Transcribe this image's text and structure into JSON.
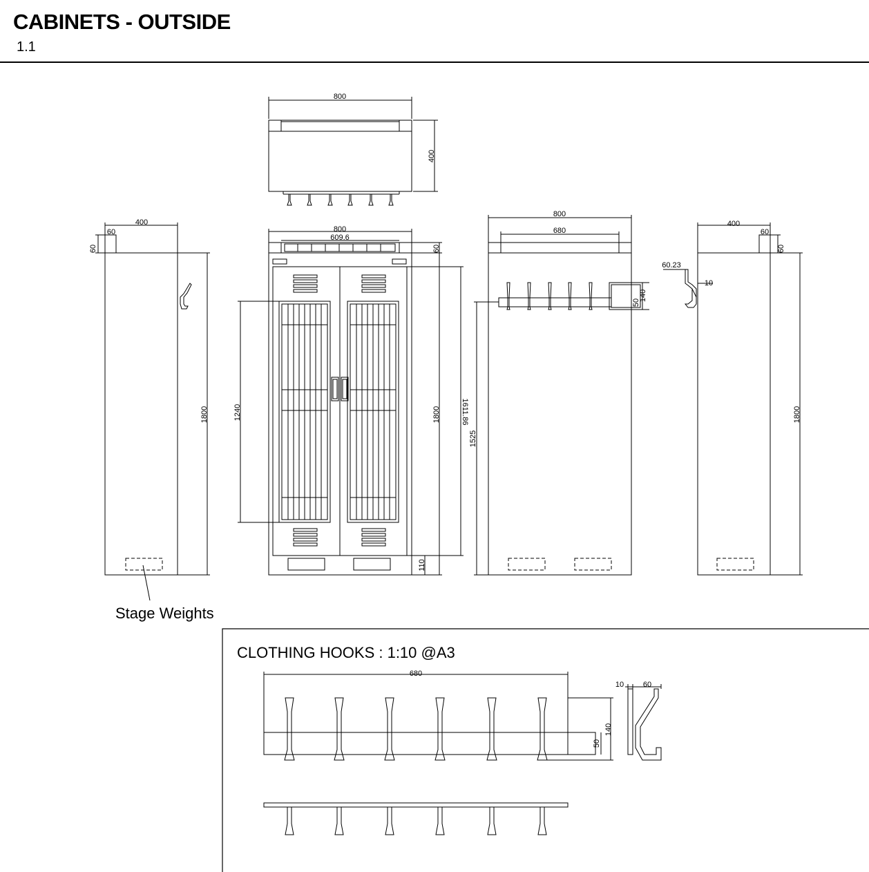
{
  "header": {
    "title": "CABINETS - OUTSIDE",
    "sheet": "1.1"
  },
  "top_view": {
    "width": "800",
    "depth": "400"
  },
  "side_left": {
    "depth": "400",
    "cap_width": "60",
    "cap_height": "60",
    "height": "1800"
  },
  "front": {
    "width": "800",
    "rail": "609.6",
    "top_gap": "60",
    "grille_height": "1240",
    "height": "1800",
    "door_height": "1611.86",
    "base": "110"
  },
  "back": {
    "width": "800",
    "rail": "680",
    "hook_height": "1525",
    "hook_depth": "50",
    "hook_total": "140"
  },
  "side_right": {
    "depth": "400",
    "cap_width": "60",
    "cap_height": "60",
    "hook_offset": "60.23",
    "hook_thickness": "10",
    "height": "1800"
  },
  "annotation": {
    "stage_weights": "Stage Weights"
  },
  "detail": {
    "title": "CLOTHING HOOKS : 1:10 @A3",
    "rail_length": "680",
    "rail_height": "50",
    "hook_height": "140",
    "thickness": "10",
    "hook_depth": "60"
  }
}
